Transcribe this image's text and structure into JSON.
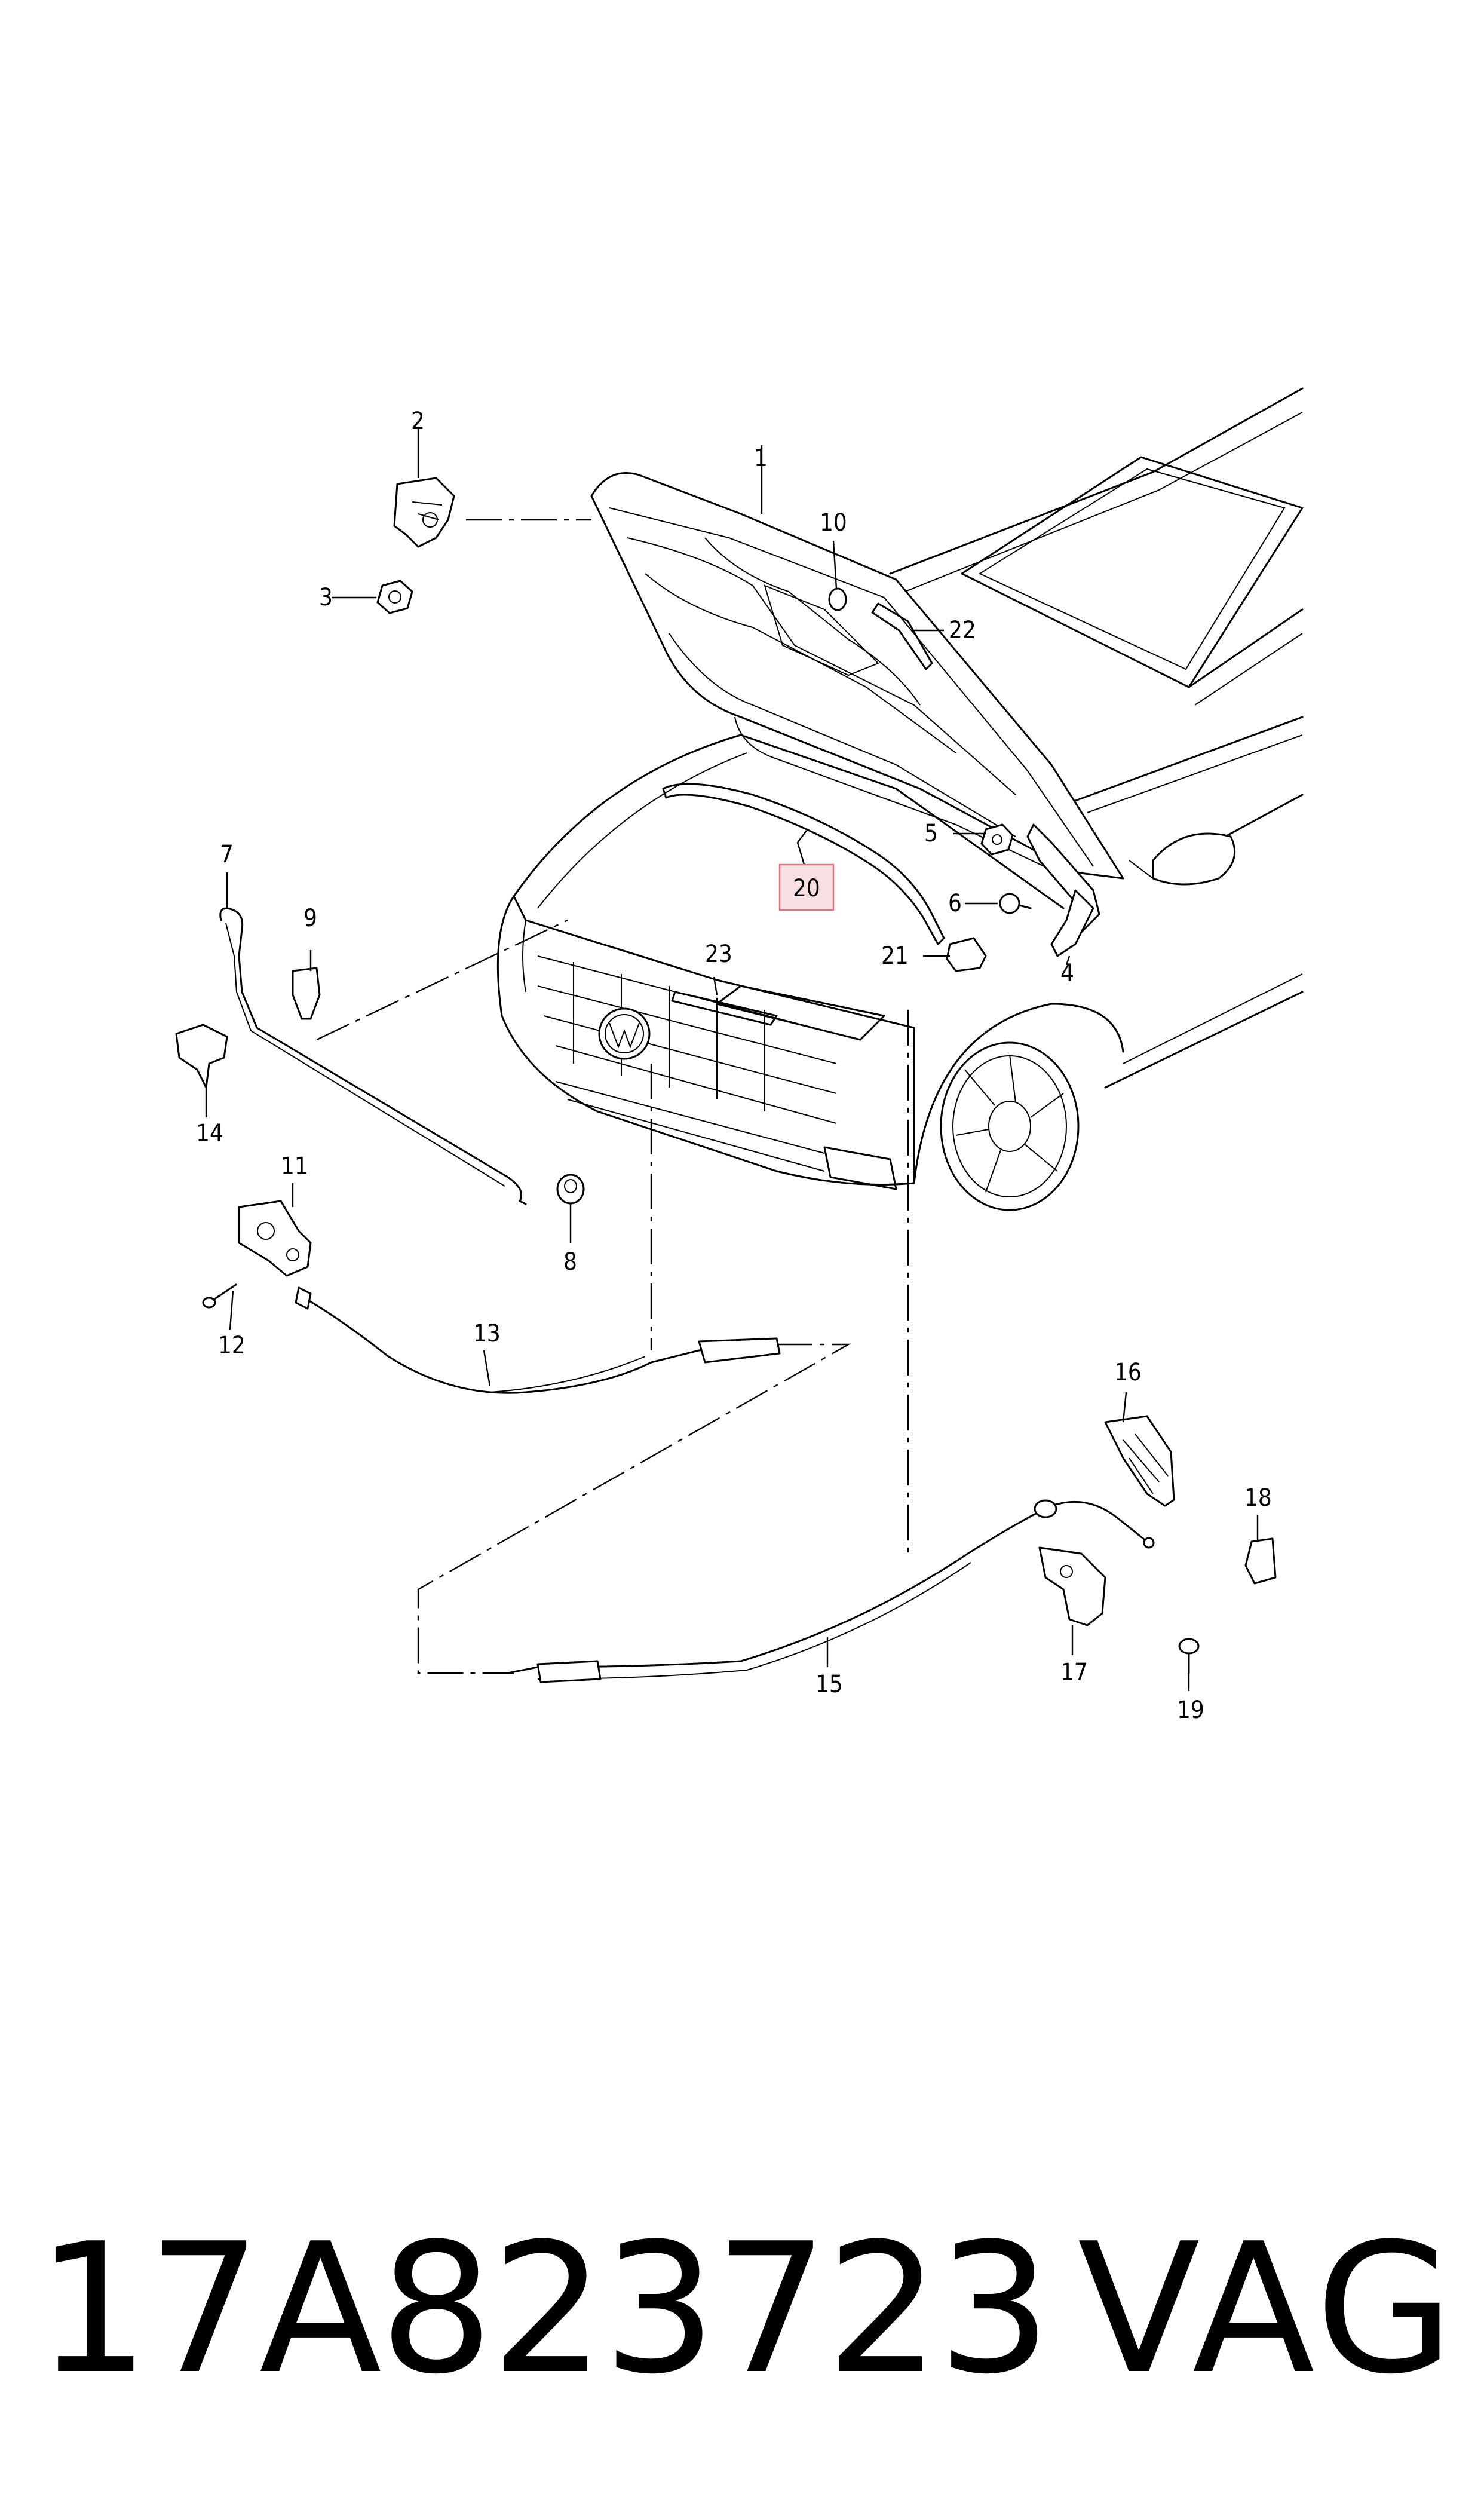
{
  "callouts": {
    "c1": "1",
    "c2": "2",
    "c3": "3",
    "c4": "4",
    "c5": "5",
    "c6": "6",
    "c7": "7",
    "c8": "8",
    "c9": "9",
    "c10": "10",
    "c11": "11",
    "c12": "12",
    "c13": "13",
    "c14": "14",
    "c15": "15",
    "c16": "16",
    "c17": "17",
    "c18": "18",
    "c19": "19",
    "c20": "20",
    "c21": "21",
    "c22": "22",
    "c23": "23"
  },
  "highlighted_callout": "20",
  "highlight_color": "#f7dfe3",
  "highlight_border": "#e0707a",
  "footer": {
    "part_number": "17A823723",
    "brand": "VAG"
  }
}
